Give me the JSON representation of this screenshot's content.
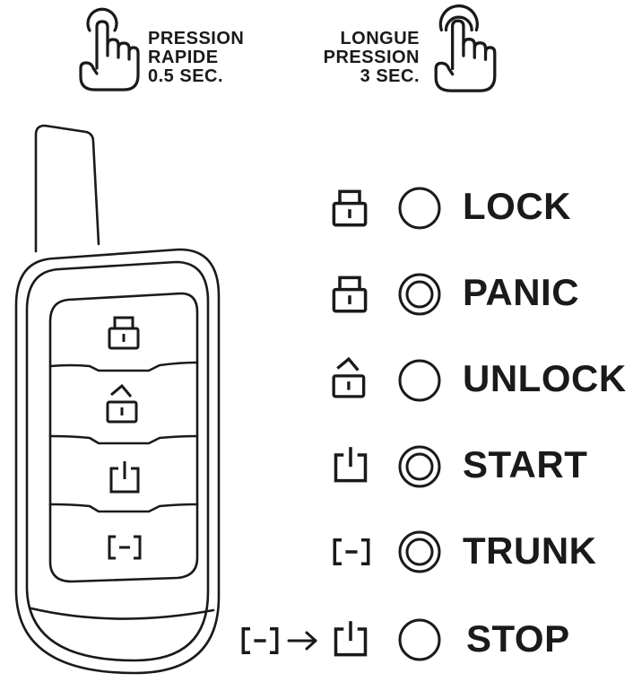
{
  "legend": {
    "short_press": {
      "lines": [
        "PRESSION",
        "RAPIDE",
        "0.5 SEC."
      ],
      "icon": "single-tap-hand-icon"
    },
    "long_press": {
      "lines": [
        "LONGUE",
        "PRESSION",
        "3 SEC."
      ],
      "icon": "long-press-hand-icon"
    }
  },
  "remote": {
    "buttons": [
      {
        "icon": "lock-icon"
      },
      {
        "icon": "unlock-icon"
      },
      {
        "icon": "power-icon"
      },
      {
        "icon": "trunk-icon"
      }
    ]
  },
  "functions": [
    {
      "label": "LOCK",
      "icon": "lock-icon",
      "press": "short"
    },
    {
      "label": "PANIC",
      "icon": "lock-icon",
      "press": "long"
    },
    {
      "label": "UNLOCK",
      "icon": "unlock-icon",
      "press": "short"
    },
    {
      "label": "START",
      "icon": "power-icon",
      "press": "long"
    },
    {
      "label": "TRUNK",
      "icon": "trunk-icon",
      "press": "long"
    },
    {
      "label": "STOP",
      "icon": "power-icon",
      "prefix_icon": "trunk-icon",
      "press": "short"
    }
  ],
  "colors": {
    "ink": "#1a1a1a",
    "background": "#ffffff"
  }
}
